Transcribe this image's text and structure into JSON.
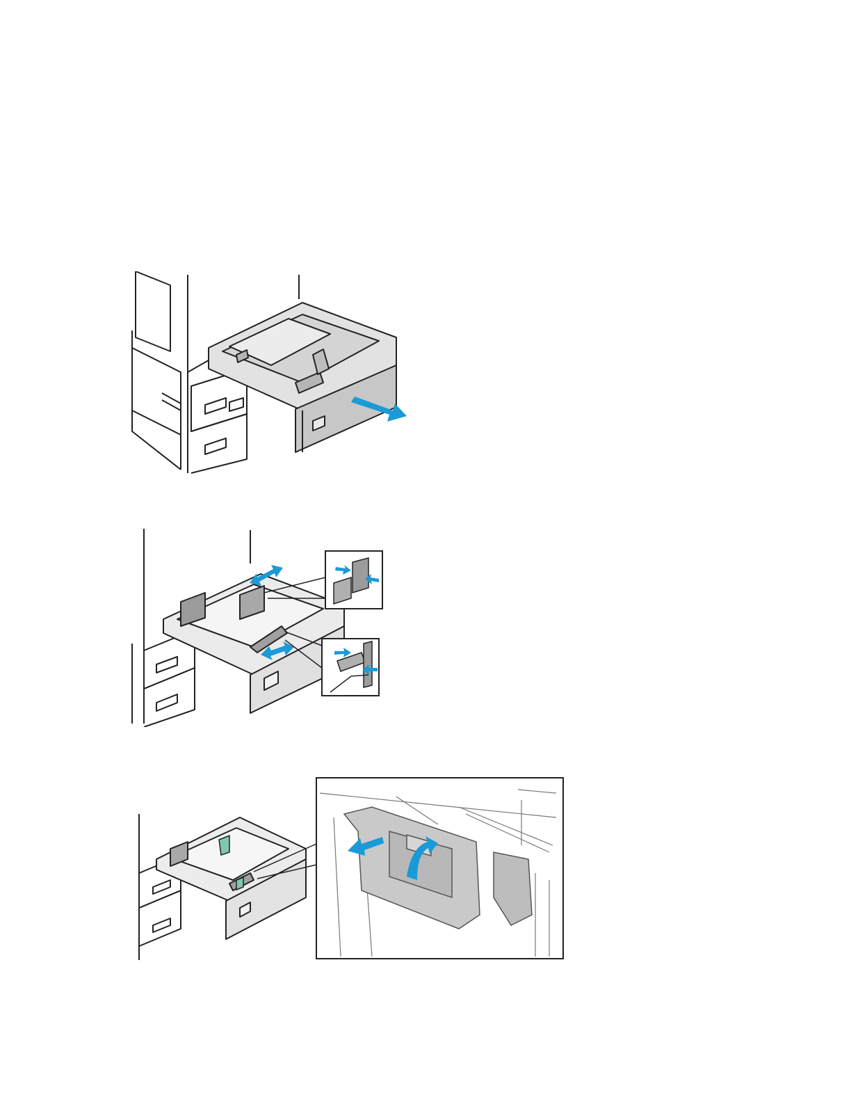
{
  "page": {
    "background": "#ffffff"
  },
  "figures": [
    {
      "icon": "paper-tray-pull-out-illustration",
      "arrow_color": "#1a9ad6"
    },
    {
      "icon": "paper-guide-adjust-illustration",
      "arrow_color": "#1a9ad6"
    },
    {
      "icon": "paper-guide-release-illustration",
      "arrow_color": "#1a9ad6",
      "highlight_color": "#7fc7b0"
    }
  ],
  "colors": {
    "line": "#222222",
    "tray_gray": "#cfcfcf",
    "tray_dark": "#9e9e9e",
    "accent_blue": "#1a9ad6",
    "accent_green": "#7fc7b0"
  }
}
